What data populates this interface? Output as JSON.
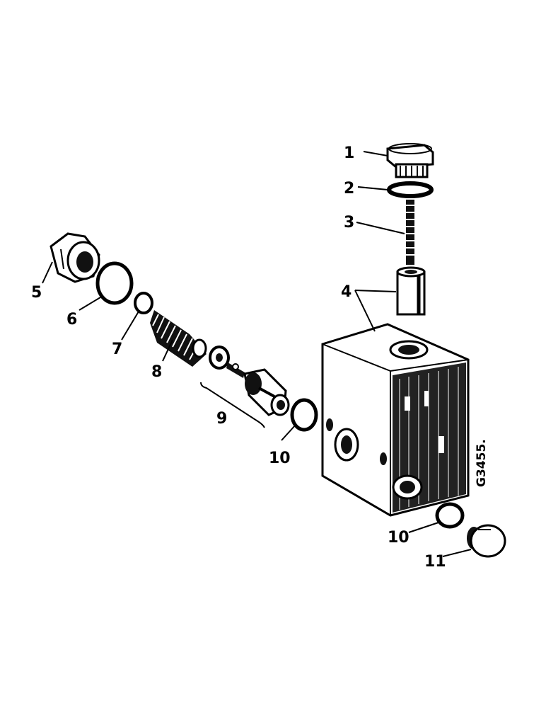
{
  "diagram": {
    "figure_number": "G3455.",
    "callouts": [
      "1",
      "2",
      "3",
      "4",
      "5",
      "6",
      "7",
      "8",
      "9",
      "10",
      "10",
      "11"
    ],
    "colors": {
      "ink": "#000000",
      "background": "#ffffff"
    }
  }
}
